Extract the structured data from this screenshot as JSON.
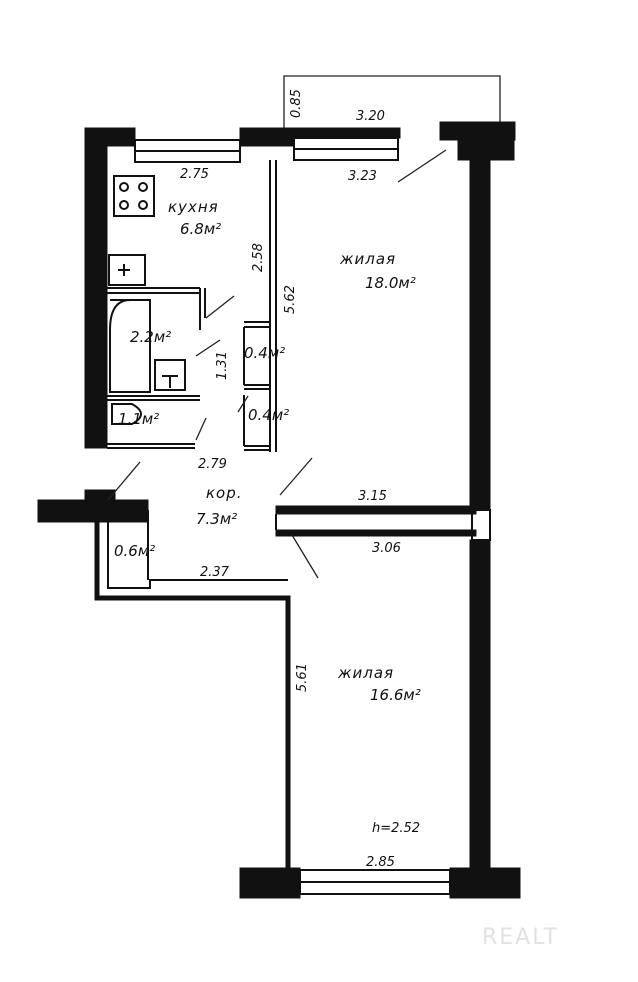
{
  "rooms": {
    "kitchen": {
      "name": "кухня",
      "area": "6.8м²"
    },
    "living1": {
      "name": "жилая",
      "area": "18.0м²"
    },
    "living2": {
      "name": "жилая",
      "area": "16.6м²"
    },
    "corridor": {
      "name": "кор.",
      "area": "7.3м²"
    },
    "bathroom": {
      "area": "2.2м²"
    },
    "toilet": {
      "area": "1.1м²"
    },
    "closet_a": {
      "area": "0.4м²"
    },
    "closet_b": {
      "area": "0.4м²"
    },
    "closet_c": {
      "area": "0.6м²"
    }
  },
  "dimensions": {
    "balcony_depth": "0.85",
    "balcony_width": "3.20",
    "kitchen_width": "2.75",
    "living1_width_top": "3.23",
    "kitchen_length": "2.58",
    "living1_length": "5.62",
    "bath_length": "1.31",
    "corridor_width": "2.79",
    "living1_width_bottom": "3.15",
    "living2_width_top": "3.06",
    "corridor_lower_width": "2.37",
    "living2_length": "5.61",
    "ceiling_height": "h=2.52",
    "living2_width_bottom": "2.85"
  },
  "watermark": "REALT"
}
